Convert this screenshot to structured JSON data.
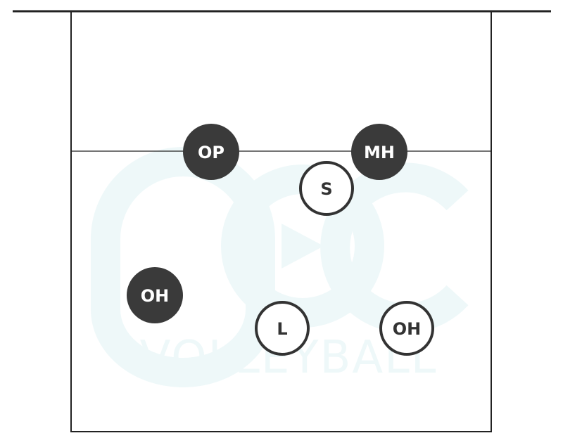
{
  "diagram": {
    "colors": {
      "line": "#222222",
      "filled_player": "#3a3a3a",
      "filled_text": "#ffffff",
      "outlined_player_fill": "#ffffff",
      "outlined_text": "#333333",
      "watermark": "#eef8f9"
    },
    "watermark": {
      "text": "VOLLEYBALL"
    },
    "players": [
      {
        "id": "op",
        "label": "OP",
        "style": "filled"
      },
      {
        "id": "mh",
        "label": "MH",
        "style": "filled"
      },
      {
        "id": "s",
        "label": "S",
        "style": "outlined"
      },
      {
        "id": "oh-left",
        "label": "OH",
        "style": "filled"
      },
      {
        "id": "l",
        "label": "L",
        "style": "outlined"
      },
      {
        "id": "oh-right",
        "label": "OH",
        "style": "outlined"
      }
    ]
  }
}
